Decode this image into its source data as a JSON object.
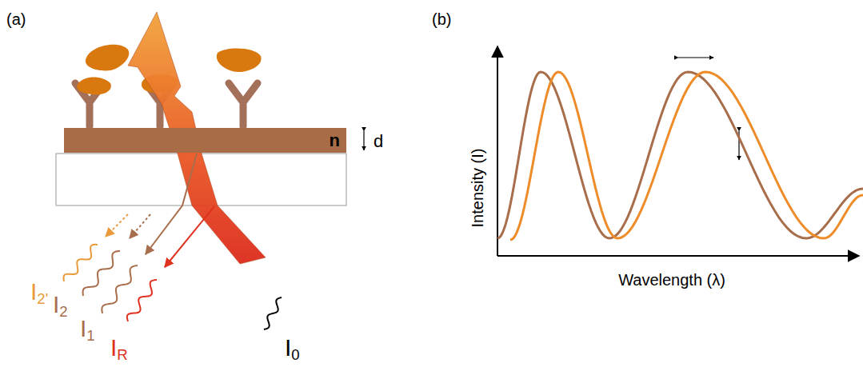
{
  "diagram": {
    "nodes": [
      {
        "text": [
          "n"
        ]
      }
    ],
    "labels": [
      "(a)",
      "(b)",
      "d",
      "I2'",
      "I2",
      "I1",
      "IR",
      "I0",
      "Intensity (I)",
      "Wavelength (λ)"
    ]
  }
}
